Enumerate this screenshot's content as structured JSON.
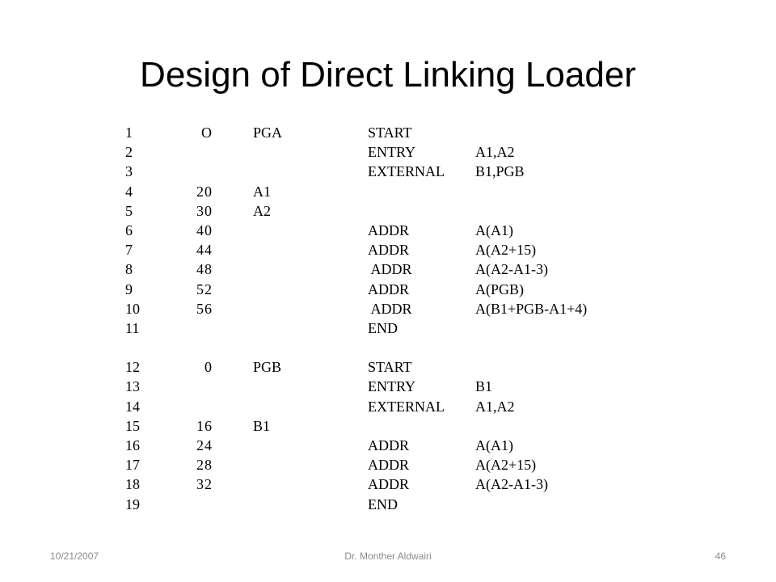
{
  "slide": {
    "title": "Design of Direct Linking Loader",
    "footer": {
      "date": "10/21/2007",
      "author": "Dr. Monther Aldwairi",
      "page": "46"
    }
  },
  "listing": [
    {
      "line": "1",
      "addr": " O",
      "label": "PGA",
      "op": "START",
      "operand": ""
    },
    {
      "line": "2",
      "addr": "",
      "label": "",
      "op": "ENTRY",
      "operand": "A1,A2"
    },
    {
      "line": "3",
      "addr": "",
      "label": "",
      "op": "EXTERNAL",
      "operand": "B1,PGB"
    },
    {
      "line": "4",
      "addr": "20",
      "label": "A1",
      "op": "",
      "operand": ""
    },
    {
      "line": "5",
      "addr": "30",
      "label": "A2",
      "op": "",
      "operand": ""
    },
    {
      "line": "6",
      "addr": "40",
      "label": "",
      "op": "ADDR",
      "operand": "A(A1)"
    },
    {
      "line": "7",
      "addr": "44",
      "label": "",
      "op": "ADDR",
      "operand": "A(A2+15)"
    },
    {
      "line": "8",
      "addr": "48",
      "label": "",
      "op": " ADDR",
      "operand": "A(A2-A1-3)"
    },
    {
      "line": "9",
      "addr": "52",
      "label": "",
      "op": "ADDR",
      "operand": "A(PGB)"
    },
    {
      "line": "10",
      "addr": "56",
      "label": "",
      "op": " ADDR",
      "operand": "A(B1+PGB-A1+4)"
    },
    {
      "line": "11",
      "addr": "",
      "label": "",
      "op": "END",
      "operand": ""
    },
    null,
    {
      "line": "12",
      "addr": " 0",
      "label": "PGB",
      "op": "START",
      "operand": ""
    },
    {
      "line": "13",
      "addr": "",
      "label": "",
      "op": "ENTRY",
      "operand": "B1"
    },
    {
      "line": "14",
      "addr": "",
      "label": "",
      "op": "EXTERNAL",
      "operand": "A1,A2"
    },
    {
      "line": "15",
      "addr": "16",
      "label": "B1",
      "op": "",
      "operand": ""
    },
    {
      "line": "16",
      "addr": "24",
      "label": "",
      "op": "ADDR",
      "operand": "A(A1)"
    },
    {
      "line": "17",
      "addr": "28",
      "label": "",
      "op": "ADDR",
      "operand": "A(A2+15)"
    },
    {
      "line": "18",
      "addr": "32",
      "label": "",
      "op": "ADDR",
      "operand": "A(A2-A1-3)"
    },
    {
      "line": "19",
      "addr": "",
      "label": "",
      "op": "END",
      "operand": ""
    }
  ]
}
